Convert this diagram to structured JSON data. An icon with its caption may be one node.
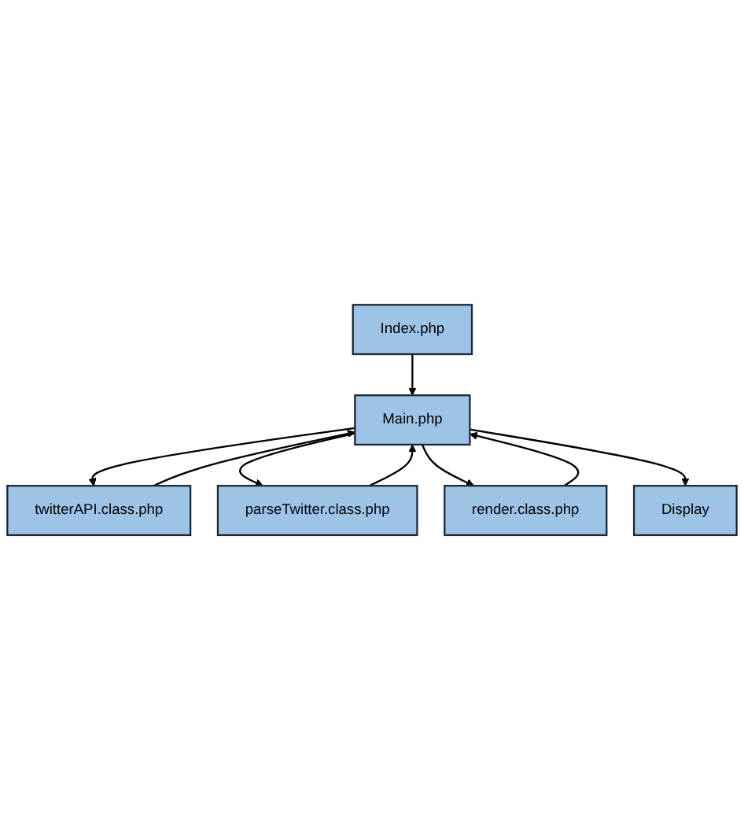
{
  "diagram": {
    "nodes": [
      {
        "text": [
          "Index.php"
        ]
      },
      {
        "text": [
          "Main.php"
        ]
      },
      {
        "text": [
          "twitterAPI.class.php"
        ]
      },
      {
        "text": [
          "parseTwitter.class.php"
        ]
      },
      {
        "text": [
          "render.class.php"
        ]
      },
      {
        "text": [
          "Display"
        ]
      }
    ],
    "edges": [
      {
        "from": 0,
        "to": 1,
        "arrow": "to"
      },
      {
        "from": 1,
        "to": 2,
        "arrow": "to"
      },
      {
        "from": 2,
        "to": 1,
        "arrow": "to"
      },
      {
        "from": 1,
        "to": 3,
        "arrow": "to"
      },
      {
        "from": 3,
        "to": 1,
        "arrow": "to"
      },
      {
        "from": 1,
        "to": 4,
        "arrow": "to"
      },
      {
        "from": 4,
        "to": 1,
        "arrow": "to"
      },
      {
        "from": 1,
        "to": 5,
        "arrow": "to"
      }
    ]
  }
}
